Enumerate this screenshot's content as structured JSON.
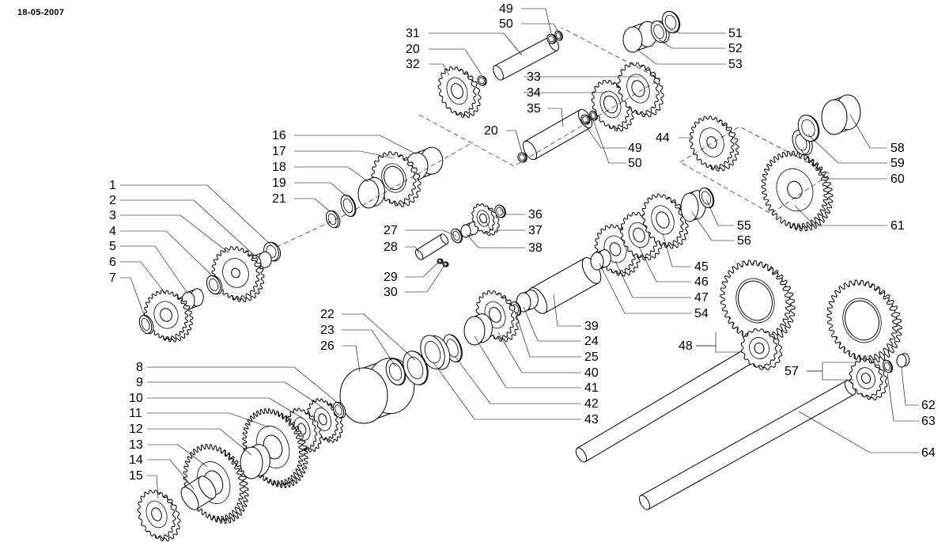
{
  "date_stamp": "18-05-2007",
  "callouts": {
    "c1": "1",
    "c2": "2",
    "c3": "3",
    "c4": "4",
    "c5": "5",
    "c6": "6",
    "c7": "7",
    "c8": "8",
    "c9": "9",
    "c10": "10",
    "c11": "11",
    "c12": "12",
    "c13": "13",
    "c14": "14",
    "c15": "15",
    "c16": "16",
    "c17": "17",
    "c18": "18",
    "c19": "19",
    "c20a": "20",
    "c20b": "20",
    "c21": "21",
    "c22": "22",
    "c23": "23",
    "c24": "24",
    "c25": "25",
    "c26": "26",
    "c27": "27",
    "c28": "28",
    "c29": "29",
    "c30": "30",
    "c31": "31",
    "c32": "32",
    "c33": "33",
    "c34": "34",
    "c35": "35",
    "c36": "36",
    "c37": "37",
    "c38": "38",
    "c39": "39",
    "c40": "40",
    "c41": "41",
    "c42": "42",
    "c43": "43",
    "c44": "44",
    "c45": "45",
    "c46": "46",
    "c47": "47",
    "c48": "48",
    "c49a": "49",
    "c49b": "49",
    "c50a": "50",
    "c50b": "50",
    "c51": "51",
    "c52": "52",
    "c53": "53",
    "c54": "54",
    "c55": "55",
    "c56": "56",
    "c57": "57",
    "c58": "58",
    "c59": "59",
    "c60": "60",
    "c61": "61",
    "c62": "62",
    "c63": "63",
    "c64": "64"
  }
}
